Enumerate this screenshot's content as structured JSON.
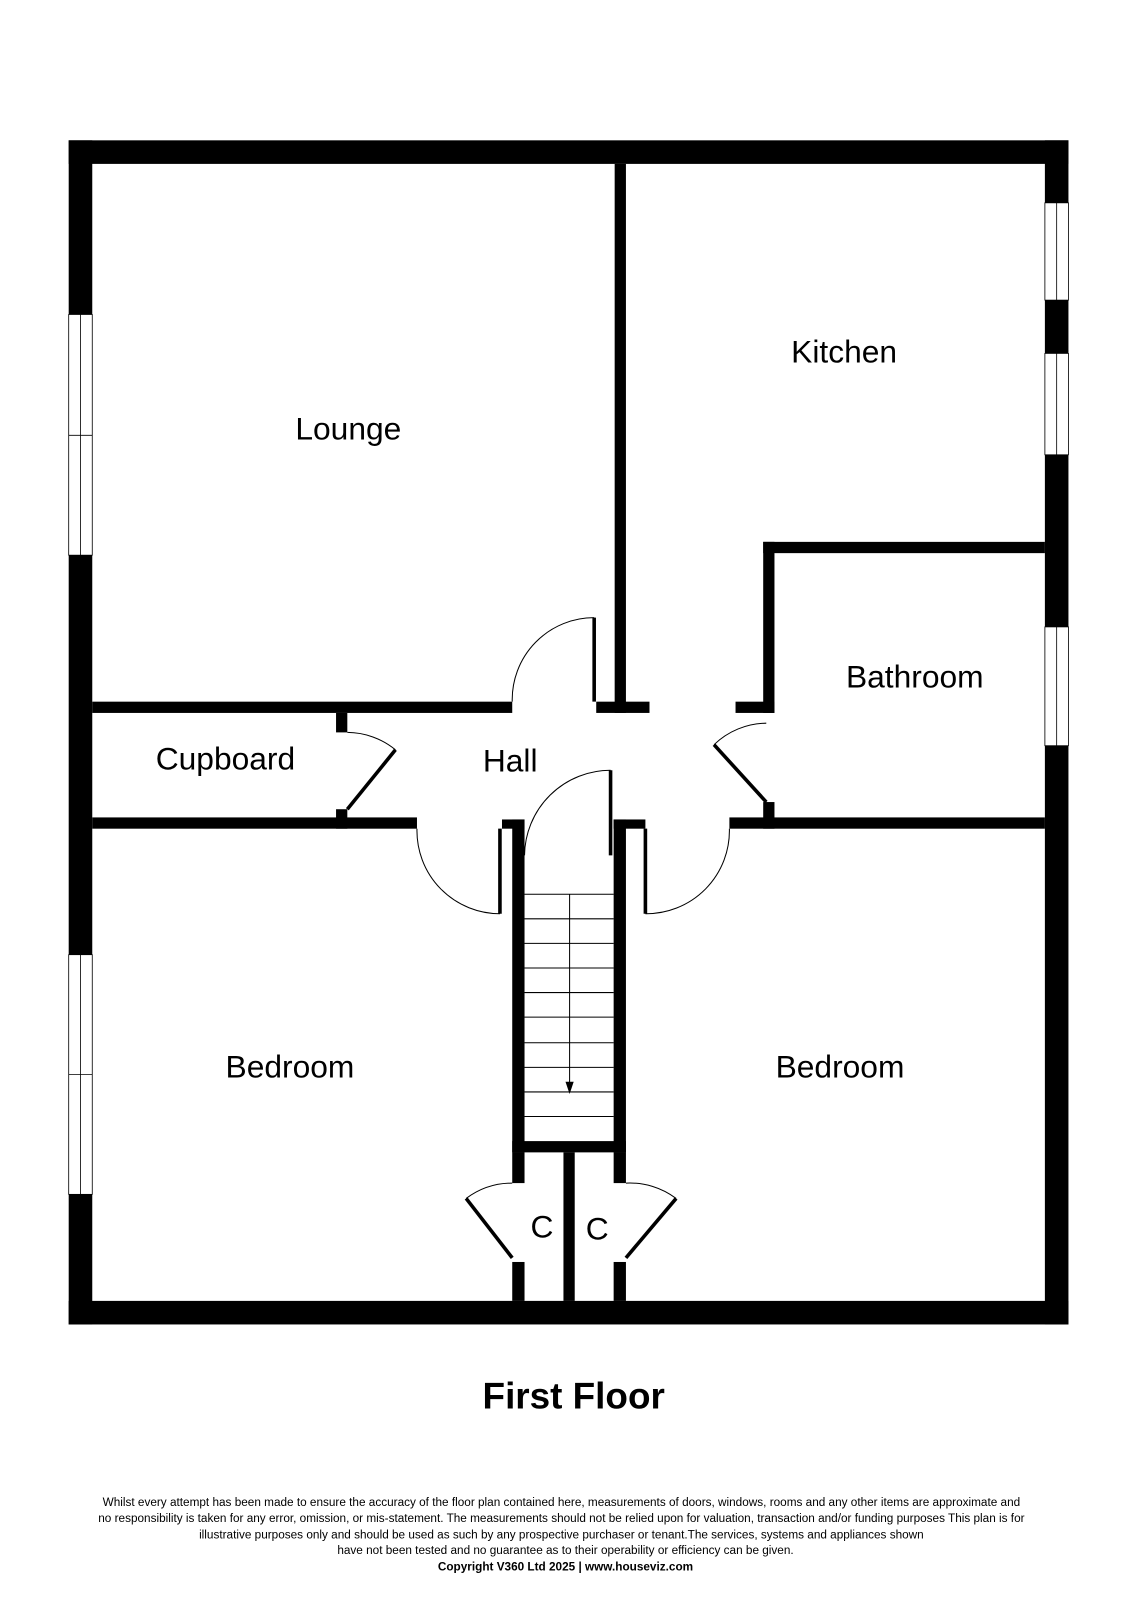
{
  "plan": {
    "title": "First Floor",
    "rooms": {
      "lounge": "Lounge",
      "kitchen": "Kitchen",
      "bathroom": "Bathroom",
      "cupboard": "Cupboard",
      "hall": "Hall",
      "bedroom_left": "Bedroom",
      "bedroom_right": "Bedroom",
      "cupboard_c1": "C",
      "cupboard_c2": "C"
    }
  },
  "footer": {
    "disclaimer": [
      "Whilst every attempt has been made to ensure the accuracy of the floor plan contained here, measurements of doors, windows, rooms and any other items are approximate and",
      "no responsibility is taken for any error, omission, or mis-statement.  The measurements should not be relied upon for valuation, transaction and/or funding purposes This plan is for",
      "illustrative purposes only and should be used as such by any prospective purchaser or tenant.The services, systems and appliances shown",
      "have not been tested and no guarantee as to their operability or efficiency can be given."
    ],
    "copyright": "Copyright V360 Ltd 2025 | www.houseviz.com"
  }
}
